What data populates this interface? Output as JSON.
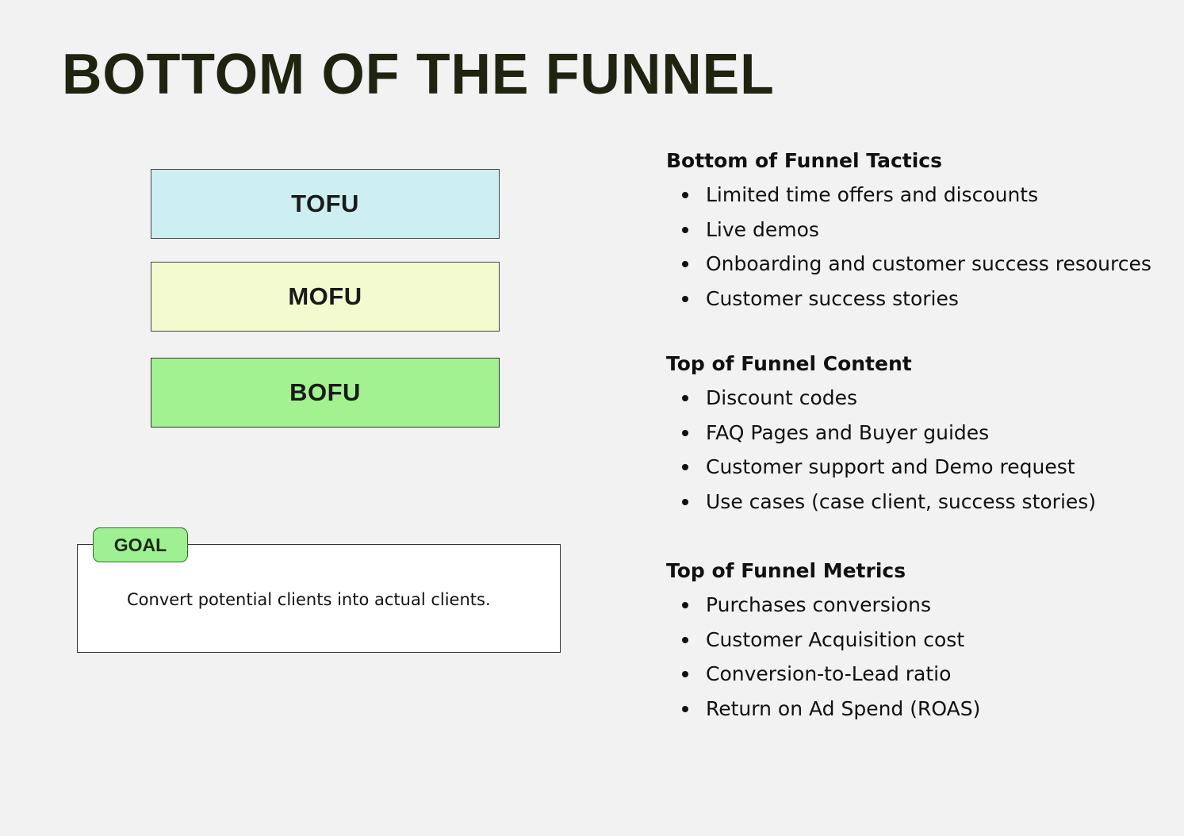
{
  "page": {
    "title": "BOTTOM OF THE FUNNEL"
  },
  "funnel": {
    "stages": [
      {
        "label": "TOFU",
        "color": "#ceeff2"
      },
      {
        "label": "MOFU",
        "color": "#f4fad0"
      },
      {
        "label": "BOFU",
        "color": "#a2f291"
      }
    ]
  },
  "goal": {
    "tag": "GOAL",
    "text": "Convert potential clients into actual clients.",
    "tag_color": "#9ef092"
  },
  "sections": [
    {
      "heading": "Bottom of Funnel Tactics",
      "items": [
        "Limited time offers and discounts",
        "Live demos",
        "Onboarding and customer success resources",
        "Customer success stories"
      ]
    },
    {
      "heading": "Top of Funnel Content",
      "items": [
        "Discount codes",
        "FAQ Pages and Buyer guides",
        "Customer support and Demo request",
        "Use cases (case client, success stories)"
      ]
    },
    {
      "heading": "Top of Funnel Metrics",
      "items": [
        "Purchases conversions",
        "Customer Acquisition cost",
        "Conversion-to-Lead ratio",
        "Return on Ad Spend (ROAS)"
      ]
    }
  ]
}
